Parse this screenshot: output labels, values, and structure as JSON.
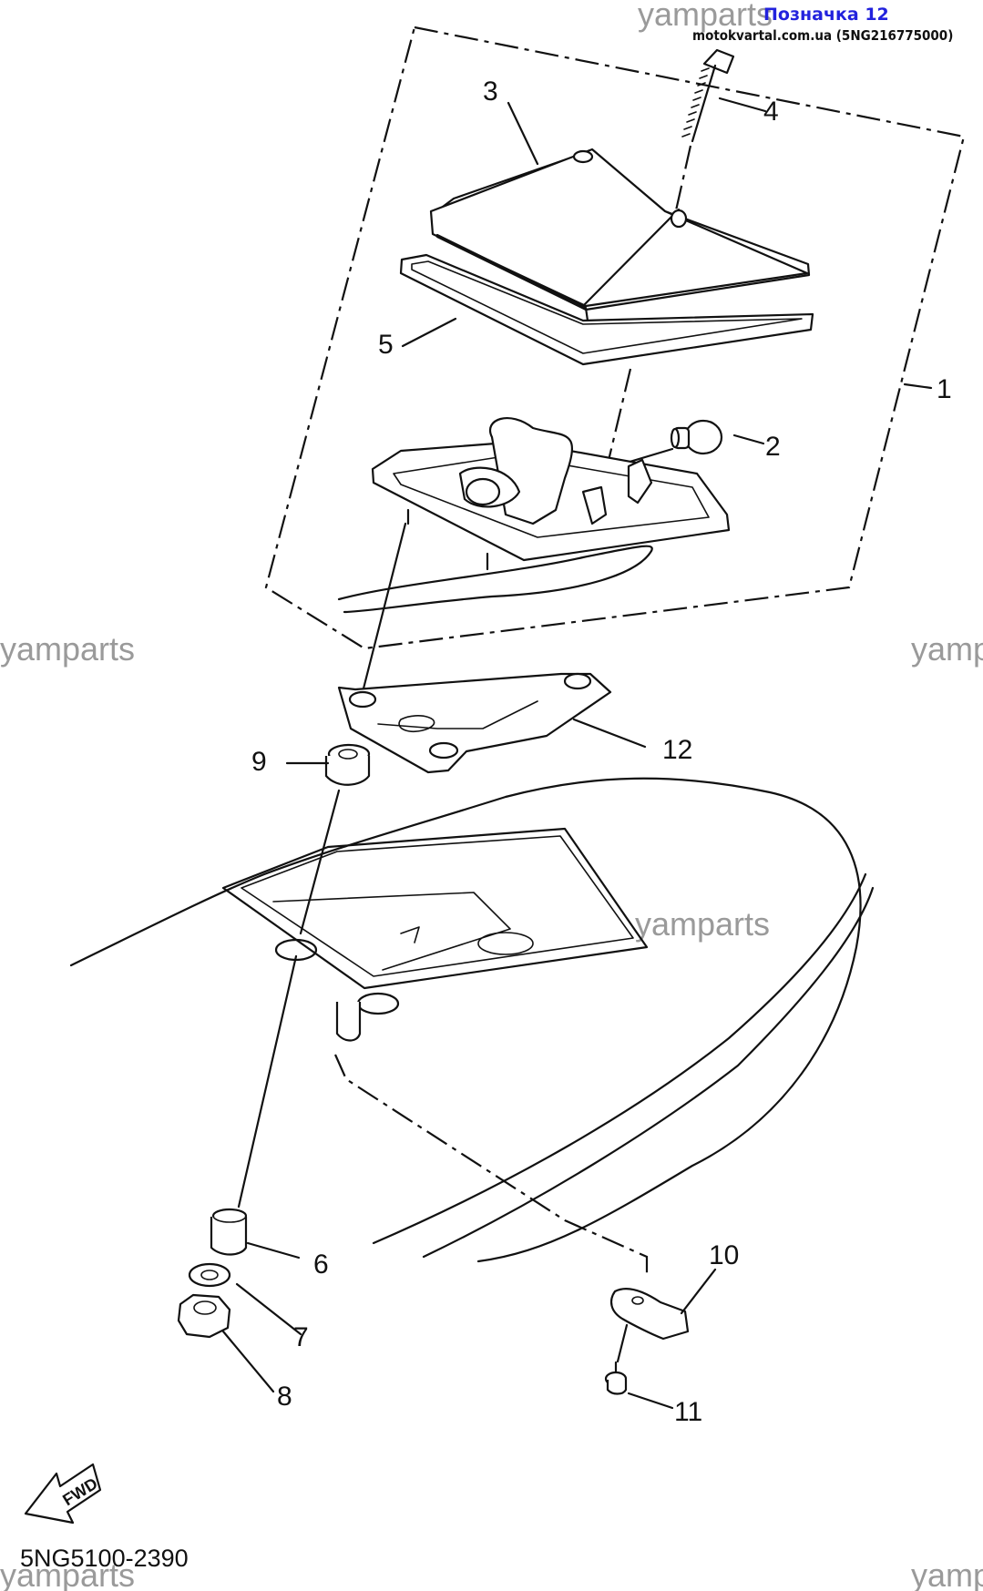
{
  "header": {
    "title": "Позначка 12",
    "subtitle": "motokvartal.com.ua (5NG216775000)"
  },
  "watermark": "yamparts",
  "drawing_code": "5NG5100-2390",
  "fwd_label": "FWD",
  "callouts": [
    "1",
    "2",
    "3",
    "4",
    "5",
    "6",
    "7",
    "8",
    "9",
    "10",
    "11",
    "12"
  ]
}
